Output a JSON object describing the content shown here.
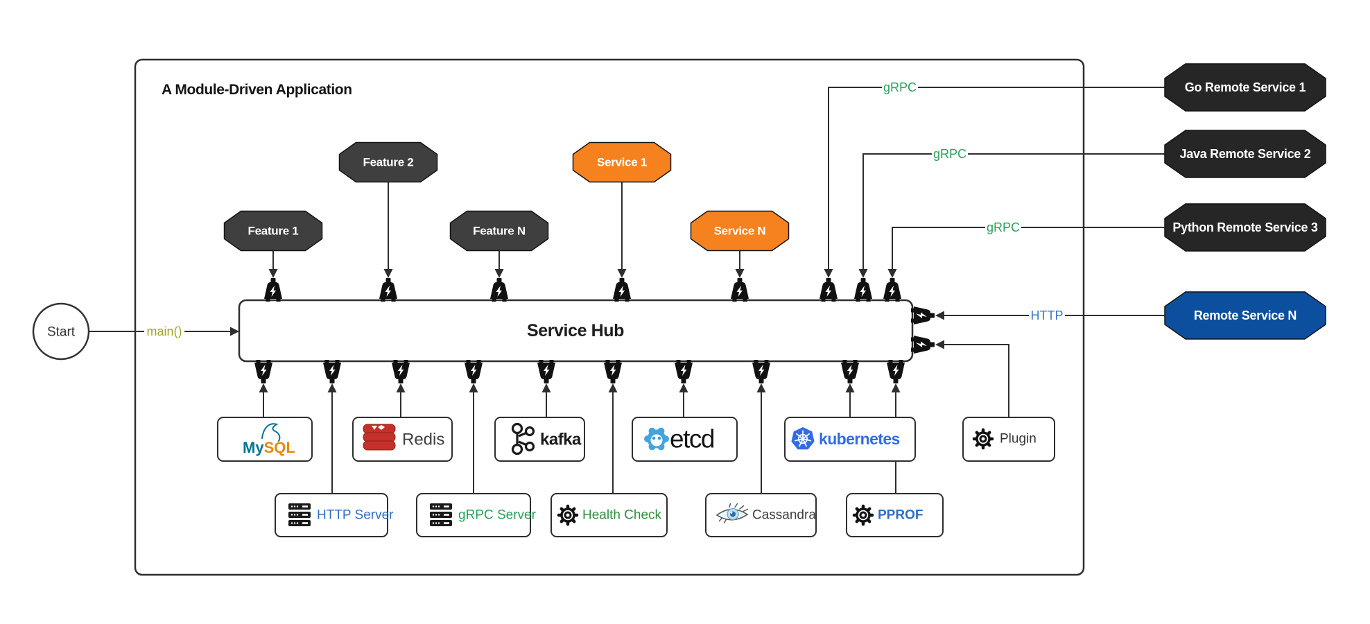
{
  "title": "A Module-Driven Application",
  "start": {
    "label": "Start"
  },
  "hub": {
    "label": "Service Hub"
  },
  "edges": {
    "main": "main()",
    "grpc": "gRPC",
    "http": "HTTP"
  },
  "features": [
    {
      "label": "Feature 1"
    },
    {
      "label": "Feature 2"
    },
    {
      "label": "Feature N"
    }
  ],
  "services": [
    {
      "label": "Service 1"
    },
    {
      "label": "Service N"
    }
  ],
  "remote_services": [
    {
      "label": "Go Remote Service 1",
      "protocol": "gRPC"
    },
    {
      "label": "Java Remote Service 2",
      "protocol": "gRPC"
    },
    {
      "label": "Python Remote Service 3",
      "protocol": "gRPC"
    },
    {
      "label": "Remote Service N",
      "protocol": "HTTP"
    }
  ],
  "modules": {
    "mysql": {
      "label_part1": "My",
      "label_part2": "SQL",
      "icon": "mysql-dolphin-icon"
    },
    "redis": {
      "label": "Redis",
      "icon": "redis-stack-icon"
    },
    "kafka": {
      "label": "kafka",
      "icon": "kafka-circles-icon"
    },
    "etcd": {
      "label": "etcd",
      "icon": "etcd-gear-face-icon"
    },
    "kubernetes": {
      "label": "kubernetes",
      "icon": "kubernetes-helm-icon"
    },
    "plugin": {
      "label": "Plugin",
      "icon": "gear-icon"
    },
    "http_server": {
      "label": "HTTP Server",
      "icon": "server-stack-icon"
    },
    "grpc_server": {
      "label": "gRPC Server",
      "icon": "server-stack-icon"
    },
    "health_check": {
      "label": "Health Check",
      "icon": "gear-icon"
    },
    "cassandra": {
      "label": "Cassandra",
      "icon": "cassandra-eye-icon"
    },
    "pprof": {
      "label": "PPROF",
      "icon": "gear-icon"
    }
  },
  "colors": {
    "feature_node": "#3f3f3f",
    "service_node": "#f6821f",
    "remote_node_dark": "#262626",
    "remote_node_blue": "#0b4f9e",
    "grpc_green": "#2aa05a",
    "http_blue": "#3577c8",
    "main_olive": "#a2a32b",
    "start_text": "#333333",
    "kubernetes_blue": "#326ce5",
    "etcd_blue": "#44a4e0",
    "redis_red": "#c6302b",
    "mysql_teal": "#00758f",
    "mysql_orange": "#e8890c",
    "health_green": "#2f8f3f",
    "pprof_blue": "#2f6fc3",
    "http_server_blue": "#2f6fc3",
    "grpc_server_green": "#2aa05a",
    "plugin_text": "#333333",
    "cassandra_text": "#3f3f3f",
    "kafka_text": "#1a1a1a",
    "redis_text": "#3f3f3f",
    "etcd_text": "#151515"
  }
}
